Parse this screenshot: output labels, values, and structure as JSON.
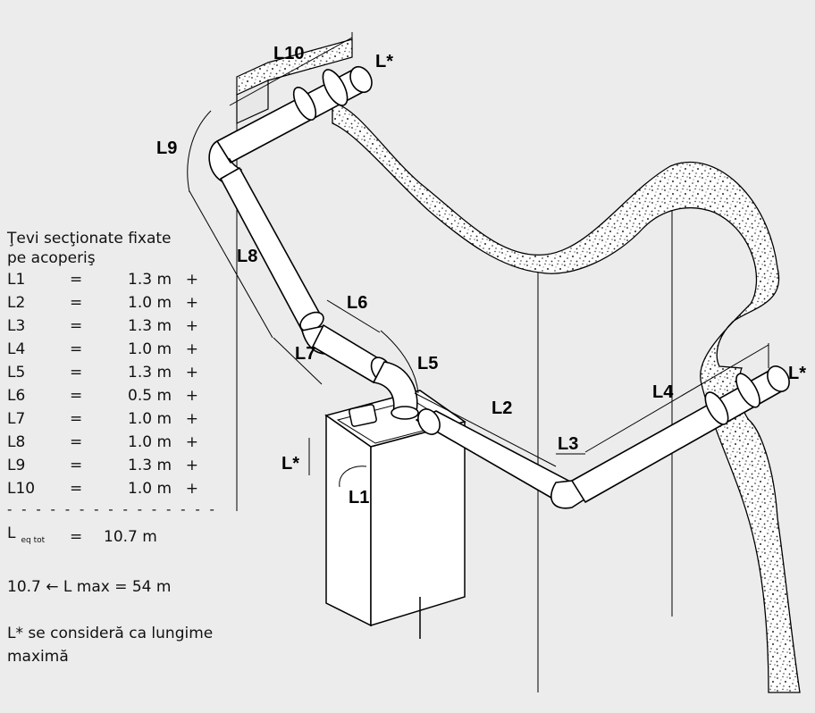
{
  "diagram": {
    "labels": {
      "L10": "L10",
      "Lstar_top": "L*",
      "L9": "L9",
      "L8": "L8",
      "L6": "L6",
      "L7": "L7",
      "L5": "L5",
      "L2": "L2",
      "L3": "L3",
      "L4": "L4",
      "Lstar_right": "L*",
      "Lstar_left": "L*",
      "L1": "L1"
    }
  },
  "legend": {
    "title_line1": "Ţevi secţionate fixate",
    "title_line2": "pe acoperiş",
    "rows": [
      {
        "name": "L1",
        "eq": "=",
        "value": "1.3 m",
        "plus": "+"
      },
      {
        "name": "L2",
        "eq": "=",
        "value": "1.0 m",
        "plus": "+"
      },
      {
        "name": "L3",
        "eq": "=",
        "value": "1.3 m",
        "plus": "+"
      },
      {
        "name": "L4",
        "eq": "=",
        "value": "1.0 m",
        "plus": "+"
      },
      {
        "name": "L5",
        "eq": "=",
        "value": "1.3 m",
        "plus": "+"
      },
      {
        "name": "L6",
        "eq": "=",
        "value": "0.5 m",
        "plus": "+"
      },
      {
        "name": "L7",
        "eq": "=",
        "value": "1.0 m",
        "plus": "+"
      },
      {
        "name": "L8",
        "eq": "=",
        "value": "1.0 m",
        "plus": "+"
      },
      {
        "name": "L9",
        "eq": "=",
        "value": "1.3 m",
        "plus": "+"
      },
      {
        "name": "L10",
        "eq": "=",
        "value": "1.0 m",
        "plus": "+"
      }
    ],
    "separator": "- - - - - - - - - - - - - - - - -",
    "total": {
      "name": "L",
      "sub": "eq tot",
      "eq": "=",
      "value": "10.7 m"
    },
    "compare": "10.7 ← L max  = 54 m",
    "note": "L* se consideră ca lungime maximă"
  }
}
